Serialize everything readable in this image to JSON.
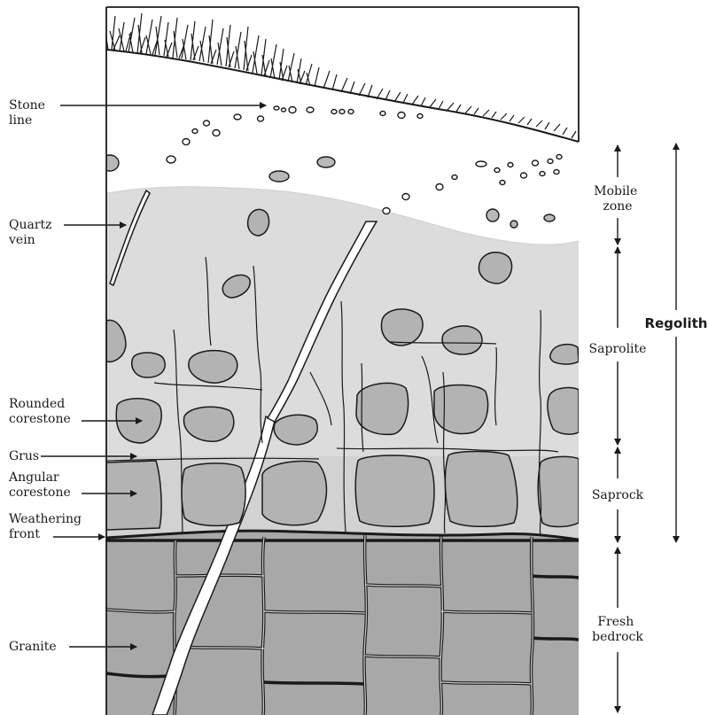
{
  "labels": {
    "stone_line": [
      "Stone",
      "line"
    ],
    "quartz_vein": [
      "Quartz",
      "vein"
    ],
    "rounded_corestone": [
      "Rounded",
      "corestone"
    ],
    "grus": [
      "Grus"
    ],
    "angular_corestone": [
      "Angular",
      "corestone"
    ],
    "weathering_front": [
      "Weathering",
      "front"
    ],
    "granite": [
      "Granite"
    ]
  },
  "zones": {
    "mobile_zone": [
      "Mobile",
      "zone"
    ],
    "saprolite": [
      "Saprolite"
    ],
    "saprock": [
      "Saprock"
    ],
    "fresh_bedrock": [
      "Fresh",
      "bedrock"
    ],
    "regolith": "Regolith"
  },
  "colors": {
    "saprolite_fill": "#dcdcdc",
    "saprock_fill": "#d4d4d4",
    "bedrock_fill": "#a9a9a9",
    "stone_fill": "#b8b8b8",
    "ink": "#1a1a1a"
  }
}
